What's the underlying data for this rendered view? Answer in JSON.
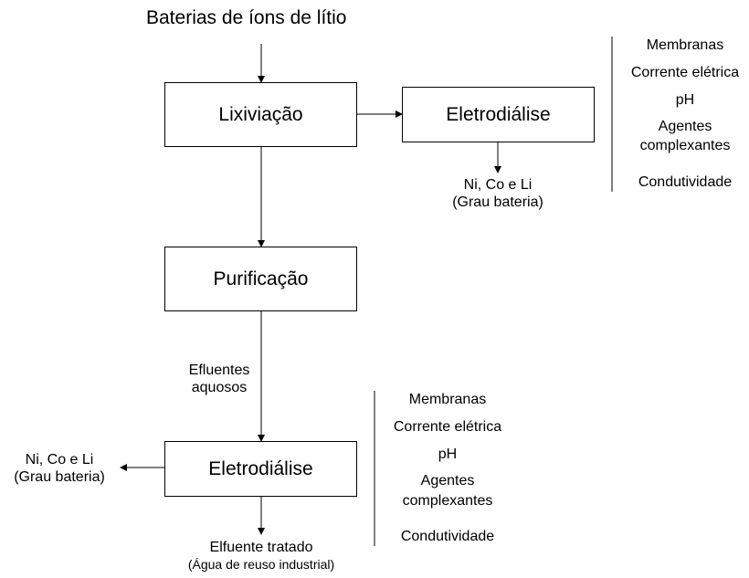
{
  "title": "Baterias de íons de lítio",
  "boxes": {
    "lixiviacao": "Lixiviação",
    "eletrodialise_top": "Eletrodiálise",
    "purificacao": "Purificação",
    "eletrodialise_bottom": "Eletrodiálise"
  },
  "outputs": {
    "top_product_line1": "Ni, Co e Li",
    "top_product_line2": "(Grau bateria)",
    "bottom_product_line1": "Ni, Co e Li",
    "bottom_product_line2": "(Grau bateria)",
    "effluent_line1": "Efluentes",
    "effluent_line2": "aquosos",
    "treated_line1": "Elfuente tratado",
    "treated_line2": "(Água de reuso industrial)"
  },
  "parameters_top": [
    "Membranas",
    "Corrente elétrica",
    "pH",
    "Agentes",
    "complexantes",
    "Condutividade"
  ],
  "parameters_bottom": [
    "Membranas",
    "Corrente elétrica",
    "pH",
    "Agentes",
    "complexantes",
    "Condutividade"
  ]
}
